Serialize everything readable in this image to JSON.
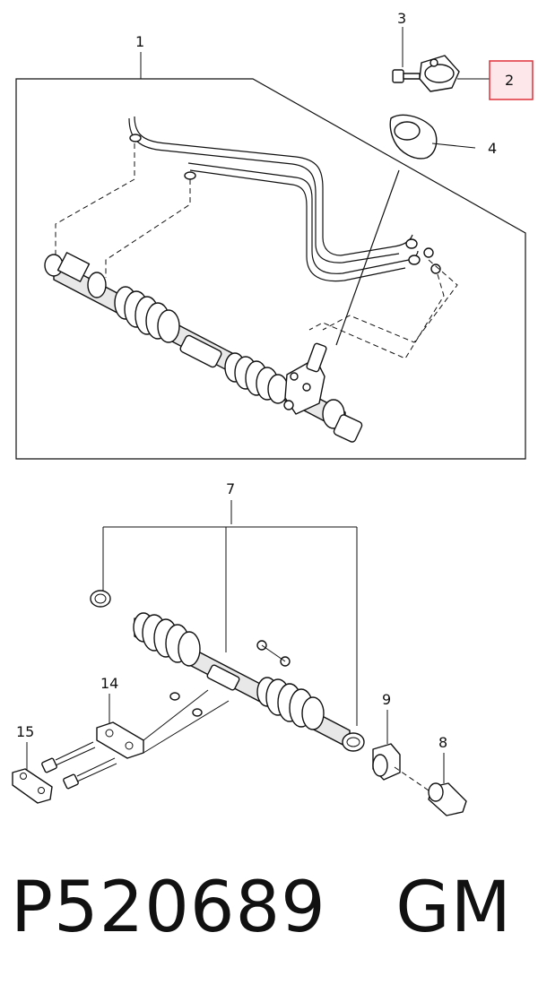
{
  "callouts": {
    "c1": "1",
    "c2": "2",
    "c3": "3",
    "c4": "4",
    "c7": "7",
    "c8": "8",
    "c9": "9",
    "c14": "14",
    "c15": "15"
  },
  "highlight_color": "#e0303a",
  "highlight_fill": "#fde7ea",
  "footer": {
    "part_number": "P520689",
    "brand": "GM"
  }
}
